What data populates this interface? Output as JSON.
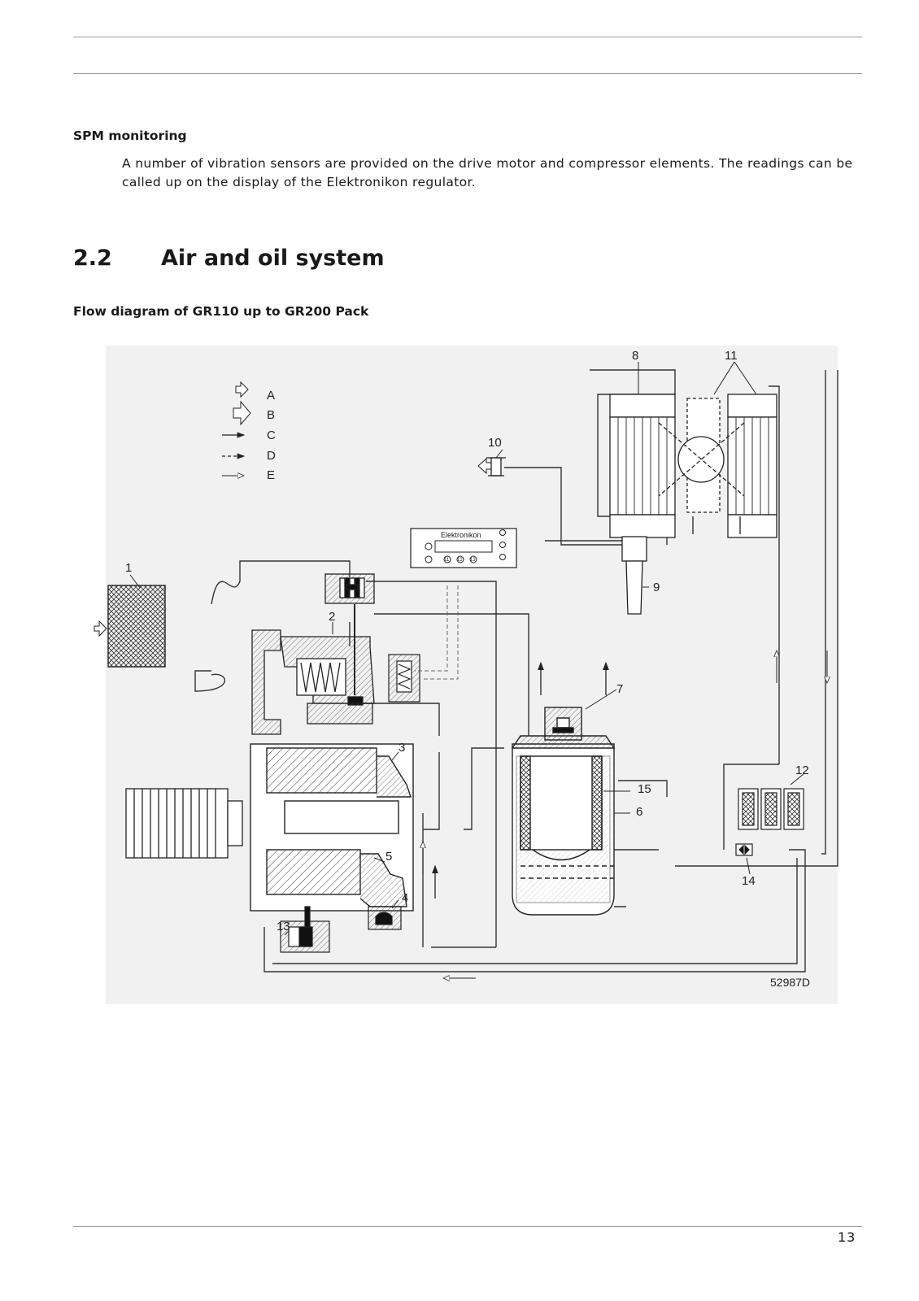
{
  "spm": {
    "heading": "SPM monitoring",
    "text": "A number of vibration sensors are provided on the drive motor and compressor elements. The readings can be called up on the display of the Elektronikon regulator."
  },
  "section": {
    "number": "2.2",
    "title": "Air and oil system"
  },
  "figure": {
    "heading": "Flow diagram of GR110 up to GR200 Pack",
    "legend": [
      "A",
      "B",
      "C",
      "D",
      "E"
    ],
    "callouts": [
      "1",
      "2",
      "3",
      "4",
      "5",
      "6",
      "7",
      "8",
      "9",
      "10",
      "11",
      "12",
      "13",
      "14",
      "15"
    ],
    "controller_label": "Elektronikon",
    "controller_buttons": [
      "11",
      "12",
      "13"
    ],
    "code": "52987D"
  },
  "page_number": "13"
}
